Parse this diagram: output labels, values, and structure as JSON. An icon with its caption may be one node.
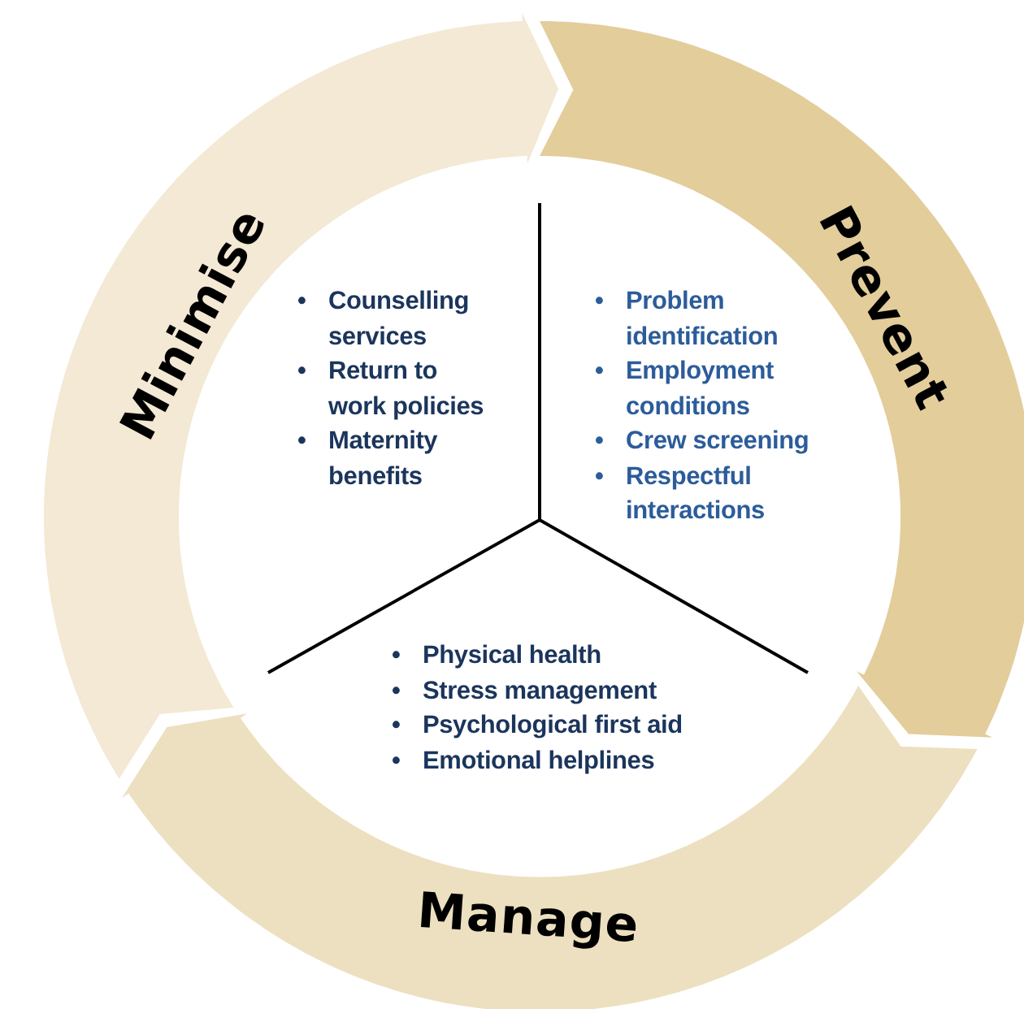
{
  "diagram": {
    "nodes": [
      {
        "text": [
          "Minimise"
        ]
      },
      {
        "text": [
          "Prevent"
        ]
      },
      {
        "text": [
          "Manage"
        ]
      }
    ],
    "labels": [
      "•",
      "Counselling services",
      "•",
      "Return to work policies",
      "•",
      "Maternity benefits",
      "•",
      "Problem identification",
      "•",
      "Employment conditions",
      "•",
      "Crew screening",
      "•",
      "Respectful interactions",
      "•",
      "Physical health",
      "•",
      "Stress management",
      "•",
      "Psychological first aid",
      "•",
      "Emotional helplines"
    ]
  }
}
